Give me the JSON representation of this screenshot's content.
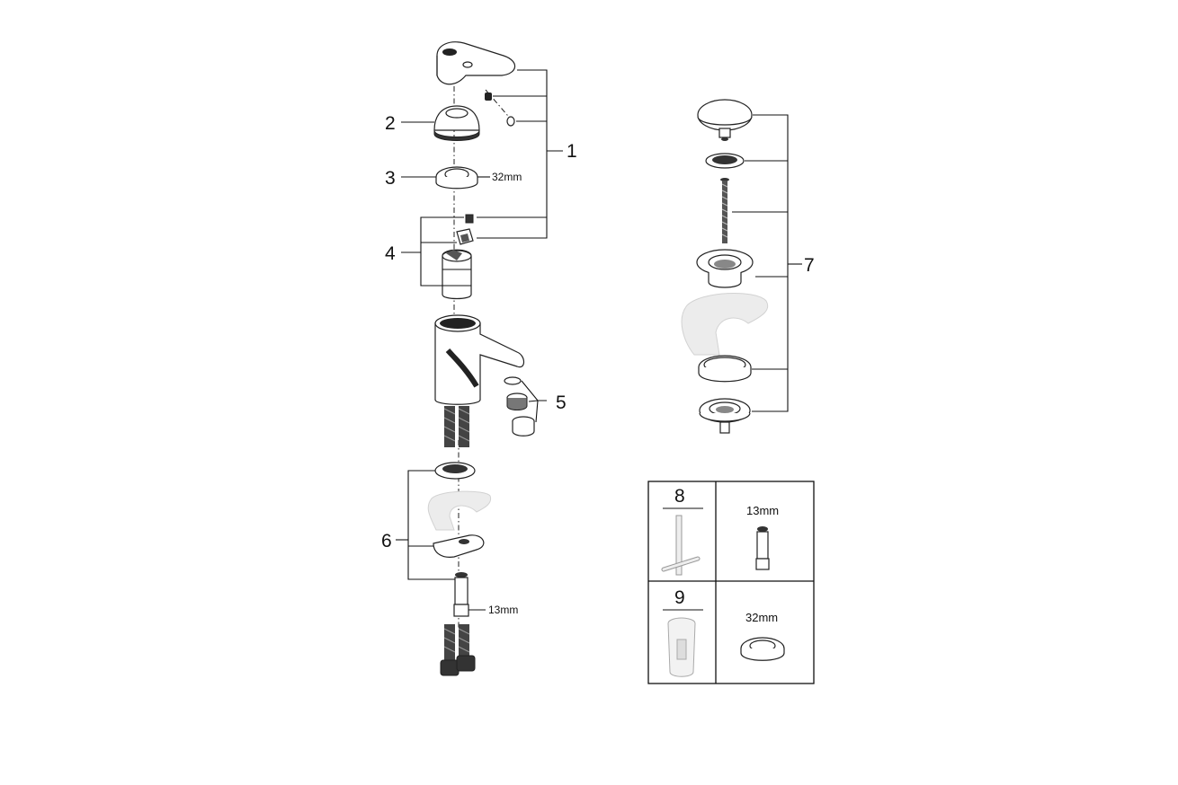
{
  "callouts": {
    "p1": "1",
    "p2": "2",
    "p3": "3",
    "p4": "4",
    "p5": "5",
    "p6": "6",
    "p7": "7"
  },
  "dimensions": {
    "nut_size": "32mm",
    "connector_size": "13mm"
  },
  "tools_table": {
    "row1": {
      "number": "8",
      "size": "13mm"
    },
    "row2": {
      "number": "9",
      "size": "32mm"
    }
  }
}
